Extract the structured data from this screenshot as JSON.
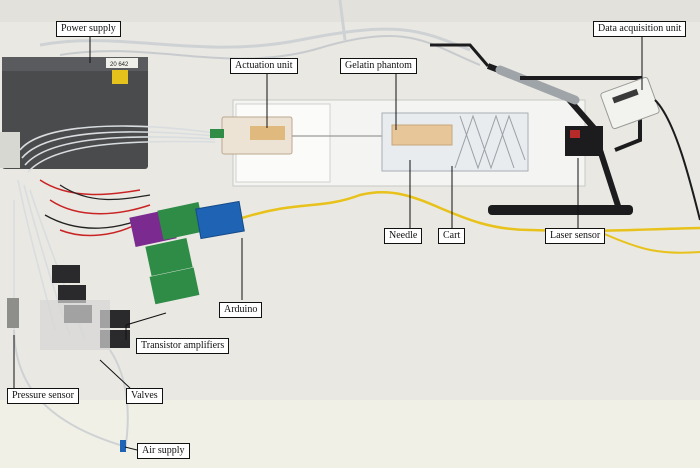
{
  "image": {
    "description_type": "annotated-photo",
    "colors": {
      "table": "#e9e8e3",
      "floor": "#f1f0e6",
      "power_supply": "#4a4b4d",
      "tubing": "#d9dde0",
      "pcb_green": "#2e8c46",
      "pcb_purple": "#7b2a8f",
      "arduino_blue": "#1f63b5",
      "yellow_cable": "#e8c21a",
      "black_frame": "#1c1c1e",
      "label_border": "#111111"
    }
  },
  "labels": {
    "power_supply": "Power supply",
    "actuation_unit": "Actuation unit",
    "gelatin_phantom": "Gelatin phantom",
    "data_acquisition_unit": "Data acquisition unit",
    "needle": "Needle",
    "cart": "Cart",
    "laser_sensor": "Laser sensor",
    "arduino": "Arduino",
    "transistor_amplifiers": "Transistor amplifiers",
    "pressure_sensor": "Pressure sensor",
    "valves": "Valves",
    "air_supply": "Air supply"
  },
  "device_text": {
    "power_supply_tag": "20 642"
  }
}
